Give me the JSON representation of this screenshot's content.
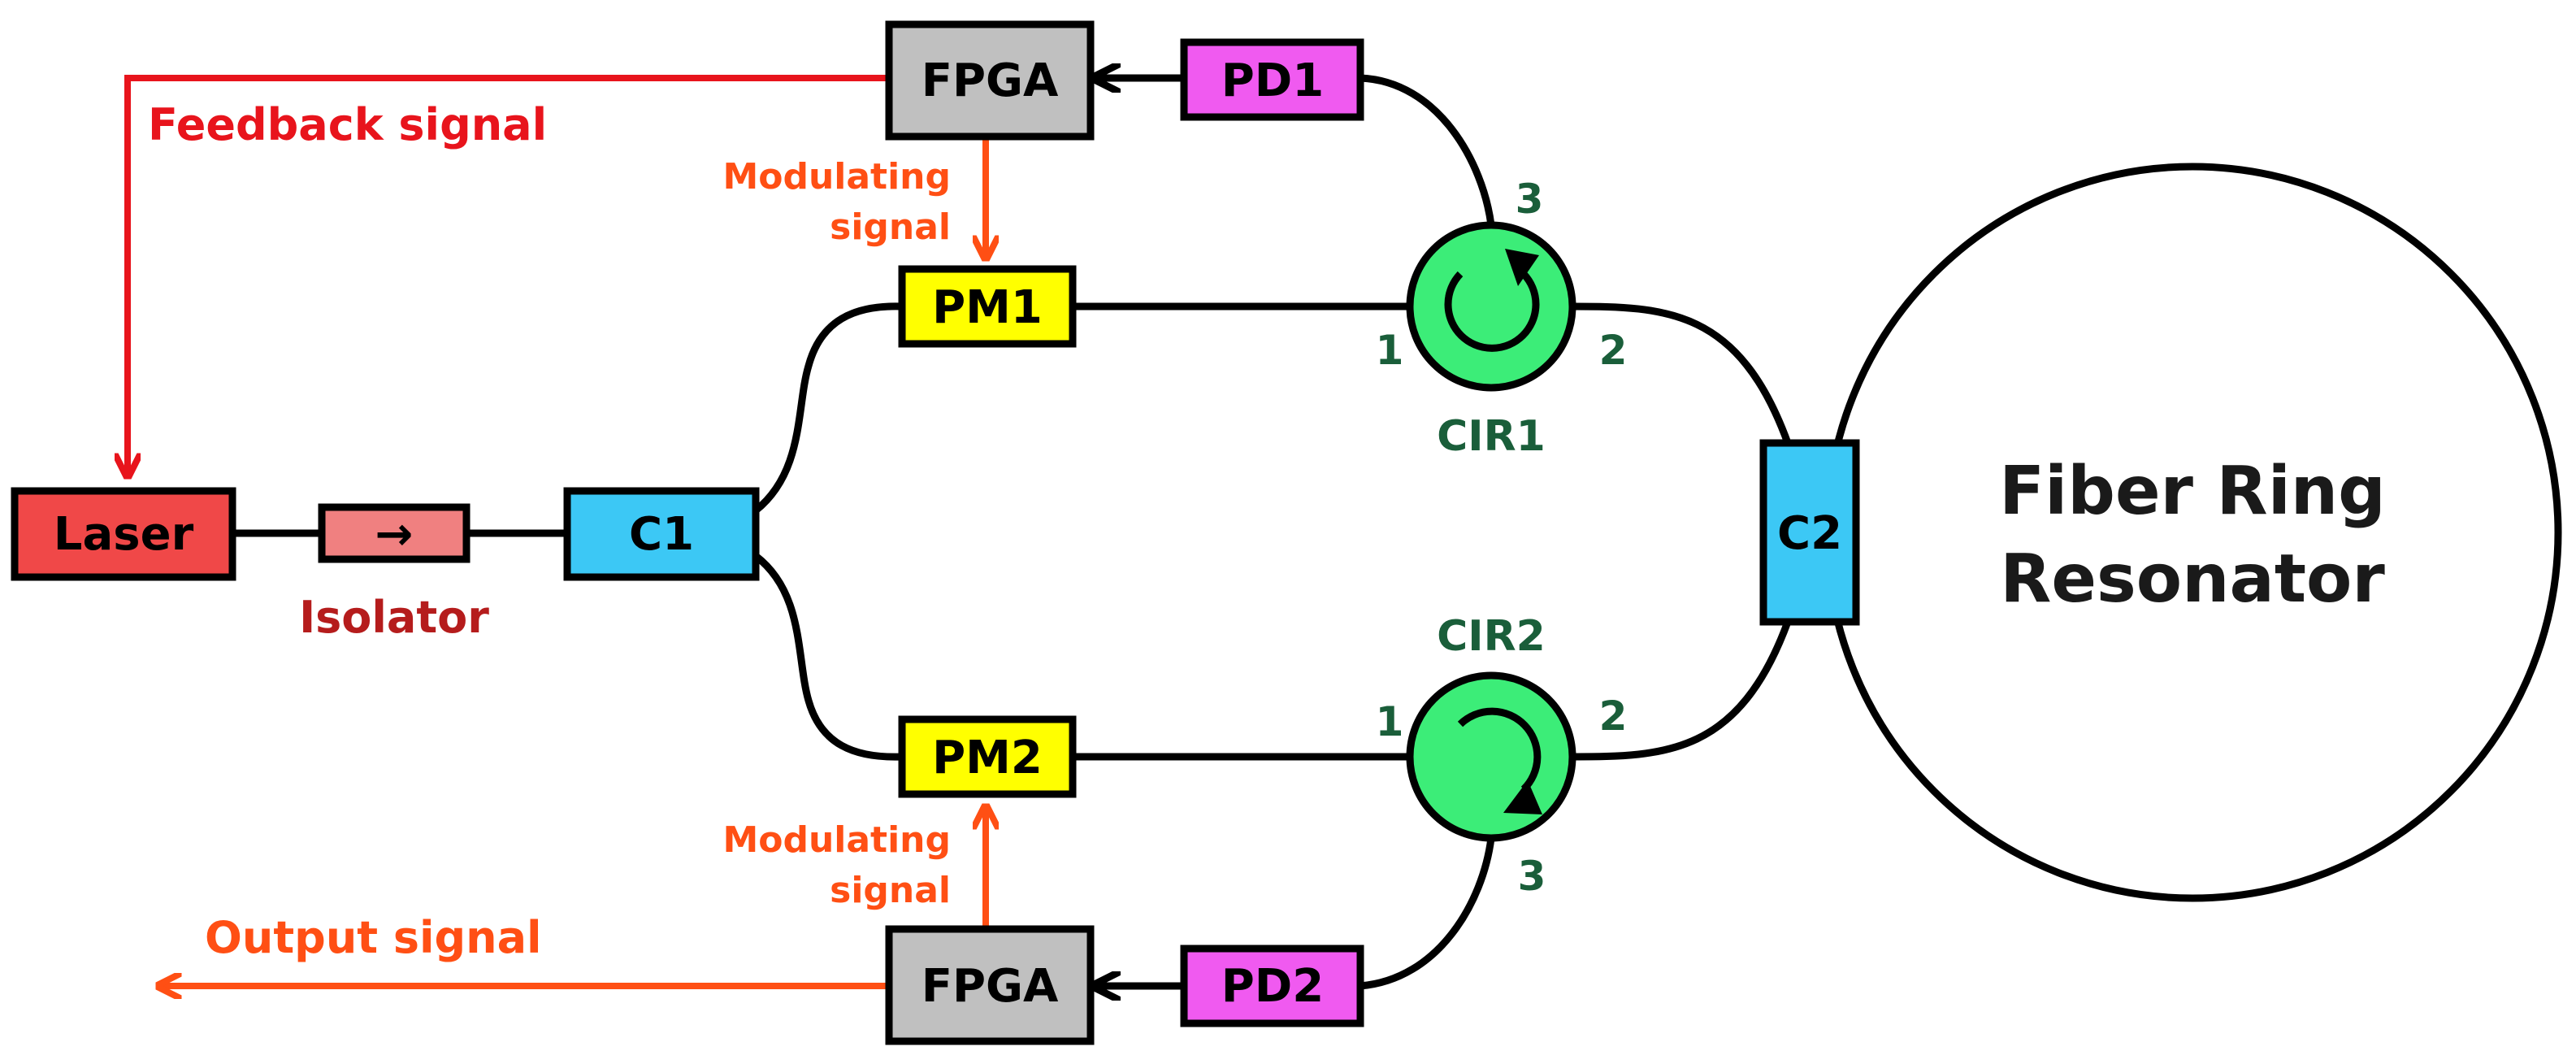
{
  "components": {
    "laser": "Laser",
    "isolator_symbol": "→",
    "isolator": "Isolator",
    "c1": "C1",
    "c2": "C2",
    "pm1": "PM1",
    "pm2": "PM2",
    "fpga_top": "FPGA",
    "fpga_bottom": "FPGA",
    "pd1": "PD1",
    "pd2": "PD2",
    "cir1": "CIR1",
    "cir2": "CIR2",
    "ring_line1": "Fiber Ring",
    "ring_line2": "Resonator"
  },
  "ports": {
    "cir1_port1": "1",
    "cir1_port2": "2",
    "cir1_port3": "3",
    "cir2_port1": "1",
    "cir2_port2": "2",
    "cir2_port3": "3"
  },
  "signals": {
    "feedback": "Feedback signal",
    "modulating_top_line1": "Modulating",
    "modulating_top_line2": "signal",
    "modulating_bottom_line1": "Modulating",
    "modulating_bottom_line2": "signal",
    "output": "Output signal"
  },
  "colors": {
    "laser": "#f04848",
    "isolator": "#f08080",
    "coupler": "#3cc8f5",
    "pm": "#ffff00",
    "fpga": "#c0c0c0",
    "pd": "#f05af0",
    "circulator": "#3ced78",
    "feedback_line": "#e8141c",
    "signal_line": "#ff4f14"
  }
}
